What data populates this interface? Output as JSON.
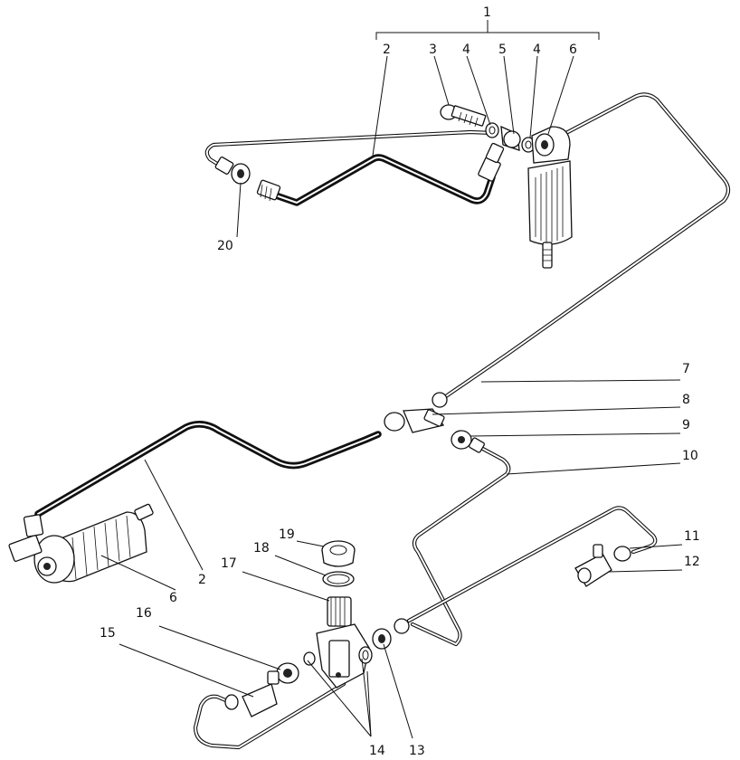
{
  "diagram": {
    "callouts": [
      "1",
      "2",
      "3",
      "4",
      "5",
      "4",
      "6",
      "20",
      "7",
      "8",
      "9",
      "10",
      "11",
      "12",
      "19",
      "18",
      "17",
      "16",
      "15",
      "2",
      "6",
      "14",
      "13"
    ]
  }
}
